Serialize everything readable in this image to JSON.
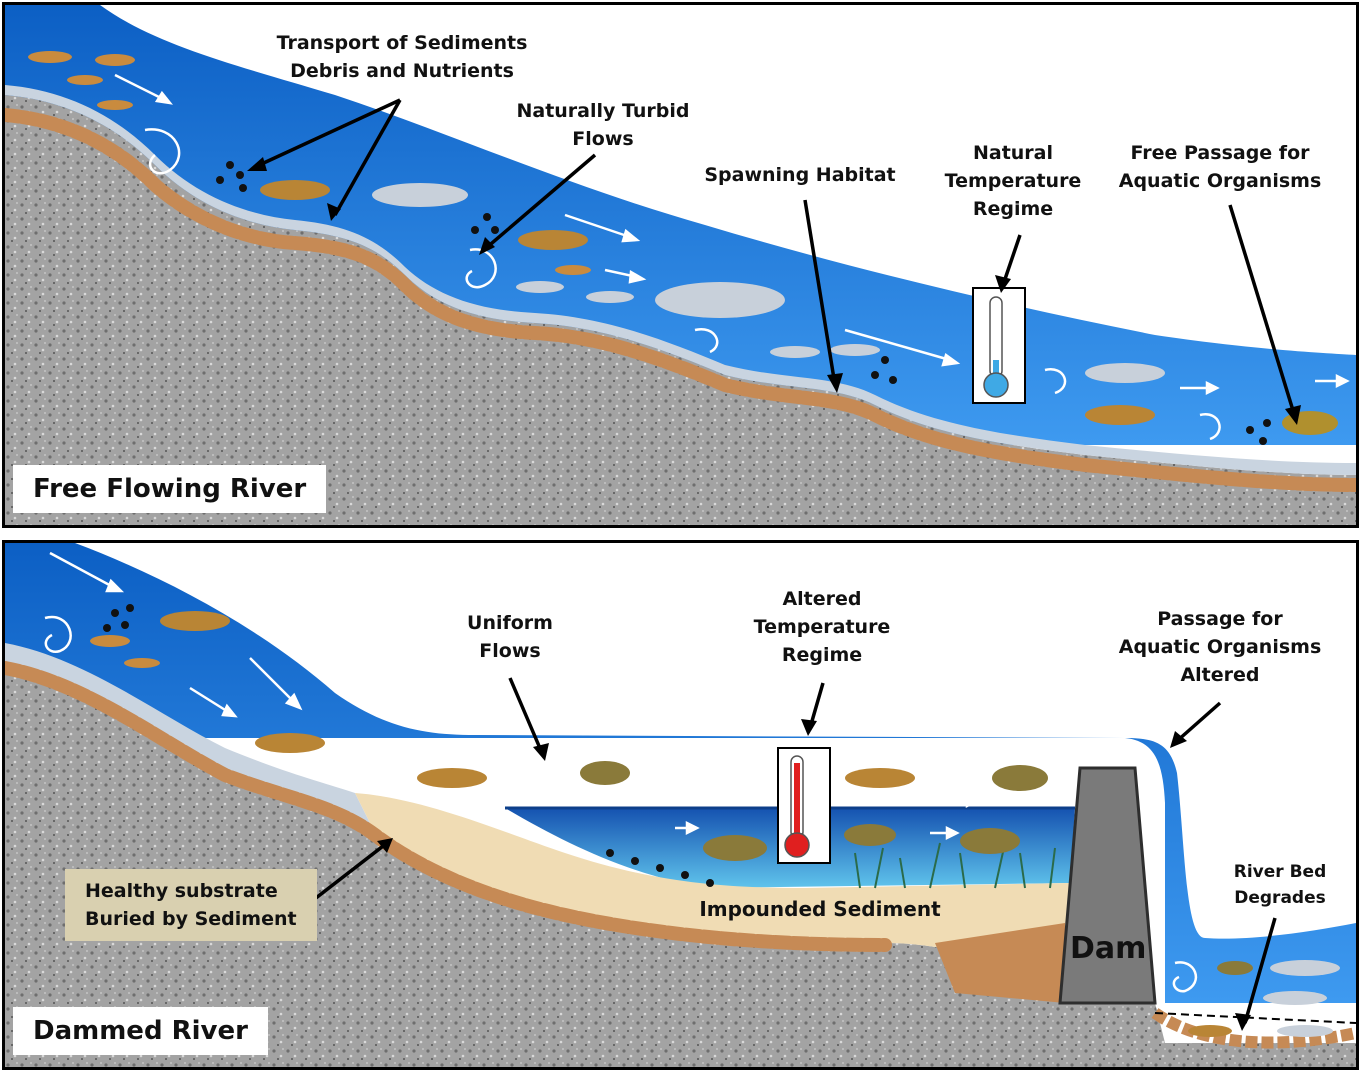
{
  "top_panel": {
    "title": "Free Flowing River",
    "labels": {
      "sediments_line1": "Transport of Sediments",
      "sediments_line2": "Debris and Nutrients",
      "turbid_line1": "Naturally Turbid",
      "turbid_line2": "Flows",
      "spawning": "Spawning Habitat",
      "temp_line1": "Natural",
      "temp_line2": "Temperature",
      "temp_line3": "Regime",
      "passage_line1": "Free Passage for",
      "passage_line2": "Aquatic Organisms"
    }
  },
  "bottom_panel": {
    "title": "Dammed River",
    "labels": {
      "uniform_line1": "Uniform",
      "uniform_line2": "Flows",
      "altered_line1": "Altered",
      "altered_line2": "Temperature",
      "altered_line3": "Regime",
      "passage_line1": "Passage for",
      "passage_line2": "Aquatic Organisms",
      "passage_line3": "Altered",
      "impounded": "Impounded Sediment",
      "dam": "Dam",
      "riverbed_line1": "River Bed",
      "riverbed_line2": "Degrades",
      "buried_line1": "Healthy substrate",
      "buried_line2": "Buried by Sediment"
    }
  },
  "colors": {
    "water": "#1a6fd0",
    "water_light": "#3f95e8",
    "gravel": "#9a9a9a",
    "silt": "#c9d4e0",
    "rocks": "#c68a55",
    "sediment": "#f0dcb4",
    "dam": "#7a7a7a",
    "label_box": "#d9d0b0"
  }
}
